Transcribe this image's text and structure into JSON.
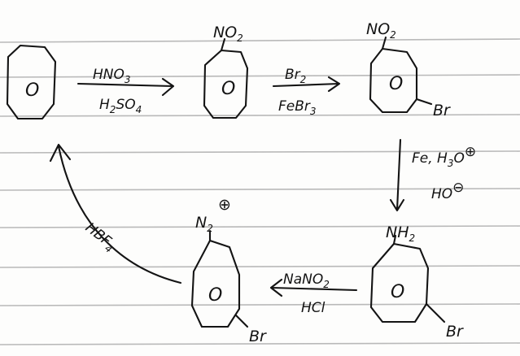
{
  "page": {
    "background": "#fdfdfc",
    "ink_color": "#141414",
    "rule_color": "#b9b9b9"
  },
  "molecules": {
    "benzene_start": {
      "ring_label": "O",
      "substituents": []
    },
    "nitrobenzene": {
      "ring_label": "O",
      "top_group": "NO",
      "top_group_sub": "2"
    },
    "bromo_nitrobenzene": {
      "ring_label": "O",
      "top_group": "NO",
      "top_group_sub": "2",
      "side_group": "Br"
    },
    "bromoaniline": {
      "ring_label": "O",
      "top_group": "NH",
      "top_group_sub": "2",
      "side_group": "Br"
    },
    "diazonium": {
      "ring_label": "O",
      "top_group": "N",
      "top_group_sub": "2",
      "charge": "⊕",
      "side_group": "Br"
    }
  },
  "reactions": {
    "nitration": {
      "reagent_top": "HNO",
      "reagent_top_sub": "3",
      "reagent_bottom": "H",
      "reagent_bottom_sub1": "2",
      "reagent_bottom_mid": "SO",
      "reagent_bottom_sub2": "4"
    },
    "bromination": {
      "reagent_top": "Br",
      "reagent_top_sub": "2",
      "reagent_bottom": "FeBr",
      "reagent_bottom_sub": "3"
    },
    "reduction": {
      "reagent_top": "Fe, H",
      "reagent_top_sub": "3",
      "reagent_top_end": "O",
      "reagent_top_charge": "⊕",
      "reagent_bottom": "HO",
      "reagent_bottom_charge": "⊖"
    },
    "diazotization": {
      "reagent_top": "NaNO",
      "reagent_top_sub": "2",
      "reagent_bottom": "HCl"
    },
    "schiemann": {
      "reagent": "HBF",
      "reagent_sub": "4"
    }
  }
}
